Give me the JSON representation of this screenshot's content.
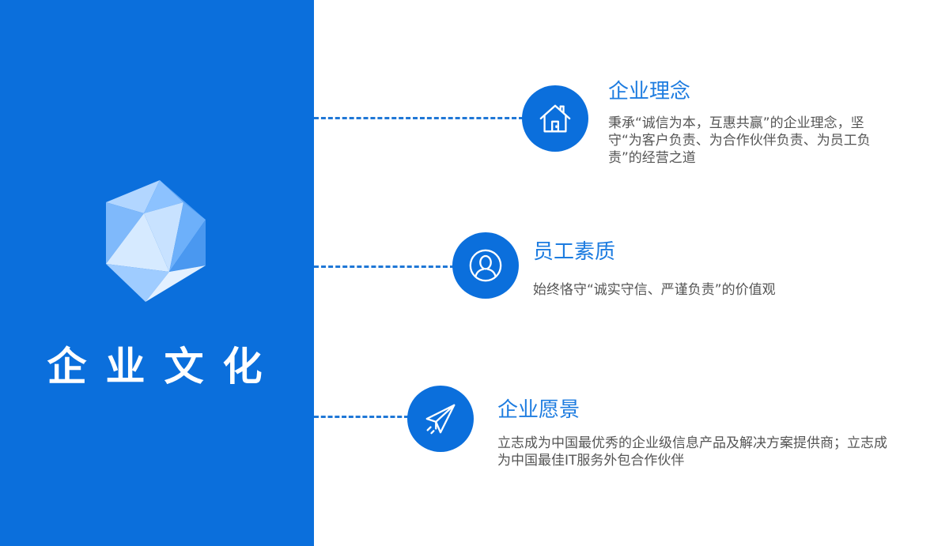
{
  "panel": {
    "title": "企业文化",
    "background_color": "#0b6fdc",
    "emblem_icon": "crystal-gem-icon"
  },
  "items": [
    {
      "icon": "house-icon",
      "title": "企业理念",
      "description": "秉承“诚信为本，互惠共赢”的企业理念，坚守“为客户负责、为合作伙伴负责、为员工负责”的经营之道"
    },
    {
      "icon": "user-icon",
      "title": "员工素质",
      "description": "始终恪守“诚实守信、严谨负责”的价值观"
    },
    {
      "icon": "paper-plane-icon",
      "title": "企业愿景",
      "description": "立志成为中国最优秀的企业级信息产品及解决方案提供商；立志成为中国最佳IT服务外包合作伙伴"
    }
  ],
  "colors": {
    "accent": "#0b6fdc",
    "title_text": "#1d7ce0",
    "body_text": "#555555"
  }
}
